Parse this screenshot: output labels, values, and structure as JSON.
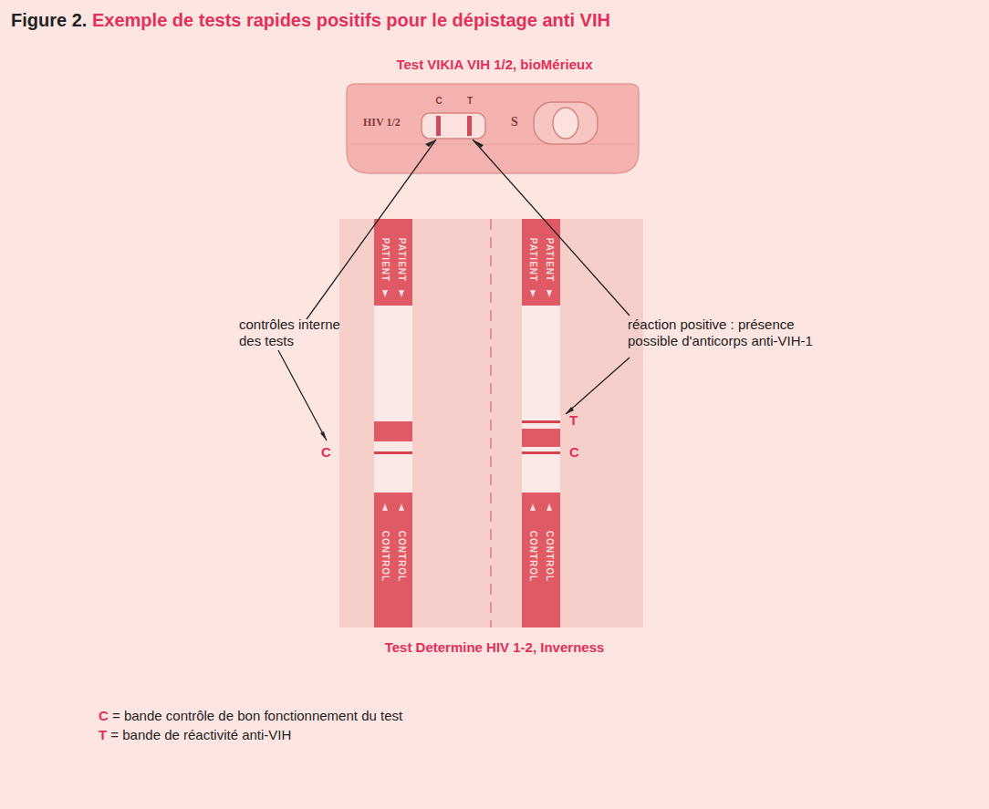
{
  "diagram": {
    "title": "Exemple de tests rapides positifs pour le dépistage anti VIH",
    "labels": [
      "Figure 2.",
      "Test VIKIA VIH 1/2, bioMérieux",
      "HIV 1/2",
      "C",
      "T",
      "S",
      "contrôles interne des tests",
      "réaction positive : présence possible d'anticorps anti-VIH-1",
      "PATIENT",
      "PATIENT",
      "PATIENT",
      "PATIENT",
      "CONTROL",
      "CONTROL",
      "CONTROL",
      "CONTROL",
      "C",
      "T",
      "C",
      "Test Determine HIV 1-2, Inverness",
      "C = bande contrôle de bon fonctionnement du test",
      "T = bande de réactivité anti-VIH"
    ]
  }
}
